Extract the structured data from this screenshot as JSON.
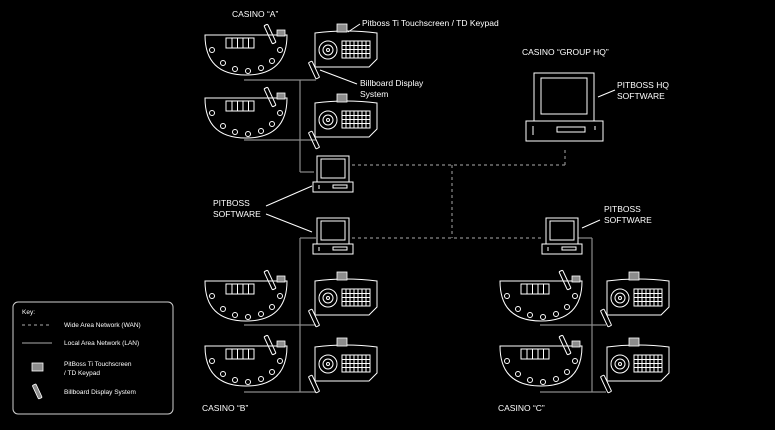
{
  "labels": {
    "casino_a": "CASINO “A”",
    "casino_b": "CASINO “B”",
    "casino_c": "CASINO “C”",
    "casino_hq": "CASINO “GROUP HQ”",
    "touchscreen_callout": "Pitboss Ti Touchscreen / TD Keypad",
    "billboard_callout_line1": "Billboard Display",
    "billboard_callout_line2": "System",
    "pitboss_software_line1": "PITBOSS",
    "pitboss_software_line2": "SOFTWARE",
    "pitboss_c_line1": "PITBOSS",
    "pitboss_c_line2": "SOFTWARE",
    "hq_software_line1": "PITBOSS HQ",
    "hq_software_line2": "SOFTWARE"
  },
  "key": {
    "title": "Key:",
    "wan": "Wide Area Network (WAN)",
    "lan": "Local Area Network (LAN)",
    "touch_line1": "PitBoss Ti Touchscreen",
    "touch_line2": "/ TD Keypad",
    "billboard": "Billboard Display System"
  },
  "colors": {
    "background": "#000000",
    "line": "#ffffff",
    "network": "#8a8a8a",
    "touchscreen_fill": "#8c8c8c"
  }
}
